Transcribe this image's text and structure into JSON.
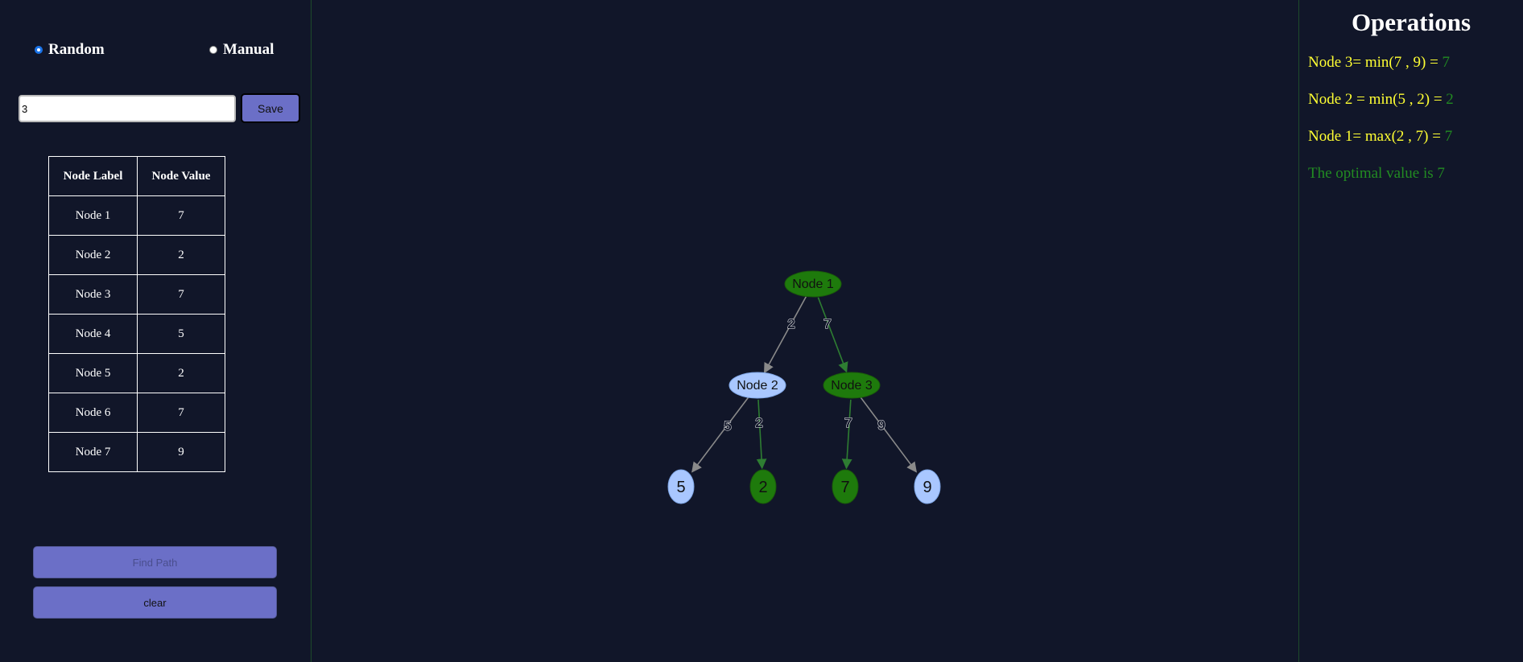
{
  "controls": {
    "mode_random_label": "Random",
    "mode_manual_label": "Manual",
    "selected_mode": "Random",
    "input_value": "3",
    "save_label": "Save"
  },
  "table": {
    "headers": [
      "Node Label",
      "Node Value"
    ],
    "rows": [
      {
        "label": "Node 1",
        "value": "7"
      },
      {
        "label": "Node 2",
        "value": "2"
      },
      {
        "label": "Node 3",
        "value": "7"
      },
      {
        "label": "Node 4",
        "value": "5"
      },
      {
        "label": "Node 5",
        "value": "2"
      },
      {
        "label": "Node 6",
        "value": "7"
      },
      {
        "label": "Node 7",
        "value": "9"
      }
    ]
  },
  "buttons": {
    "find_path_label": "Find Path",
    "clear_label": "clear"
  },
  "operations": {
    "title": "Operations",
    "lines": [
      {
        "text": "Node 3= min(7 , 9) = ",
        "result": "7"
      },
      {
        "text": "Node 2 = min(5 , 2) = ",
        "result": "2"
      },
      {
        "text": "Node 1= max(2 , 7) = ",
        "result": "7"
      }
    ],
    "optimal_text": "The optimal value is 7"
  },
  "colors": {
    "background": "#111629",
    "path_node": "#1e7a0c",
    "other_node": "#a9c7ff",
    "path_edge": "#2e7d32",
    "other_edge": "#8a8a8a",
    "button": "#6b6fc7",
    "operation_text": "#ffff33",
    "result_text": "#228b22"
  },
  "tree": {
    "nodes": [
      {
        "id": "n1",
        "label": "Node 1",
        "on_path": true
      },
      {
        "id": "n2",
        "label": "Node 2",
        "on_path": false
      },
      {
        "id": "n3",
        "label": "Node 3",
        "on_path": true
      },
      {
        "id": "n4",
        "label": "5",
        "on_path": false
      },
      {
        "id": "n5",
        "label": "2",
        "on_path": true
      },
      {
        "id": "n6",
        "label": "7",
        "on_path": true
      },
      {
        "id": "n7",
        "label": "9",
        "on_path": false
      }
    ],
    "edges": [
      {
        "from": "n1",
        "to": "n2",
        "label": "2",
        "on_path": false
      },
      {
        "from": "n1",
        "to": "n3",
        "label": "7",
        "on_path": true
      },
      {
        "from": "n2",
        "to": "n4",
        "label": "5",
        "on_path": false
      },
      {
        "from": "n2",
        "to": "n5",
        "label": "2",
        "on_path": true
      },
      {
        "from": "n3",
        "to": "n6",
        "label": "7",
        "on_path": true
      },
      {
        "from": "n3",
        "to": "n7",
        "label": "9",
        "on_path": false
      }
    ]
  }
}
